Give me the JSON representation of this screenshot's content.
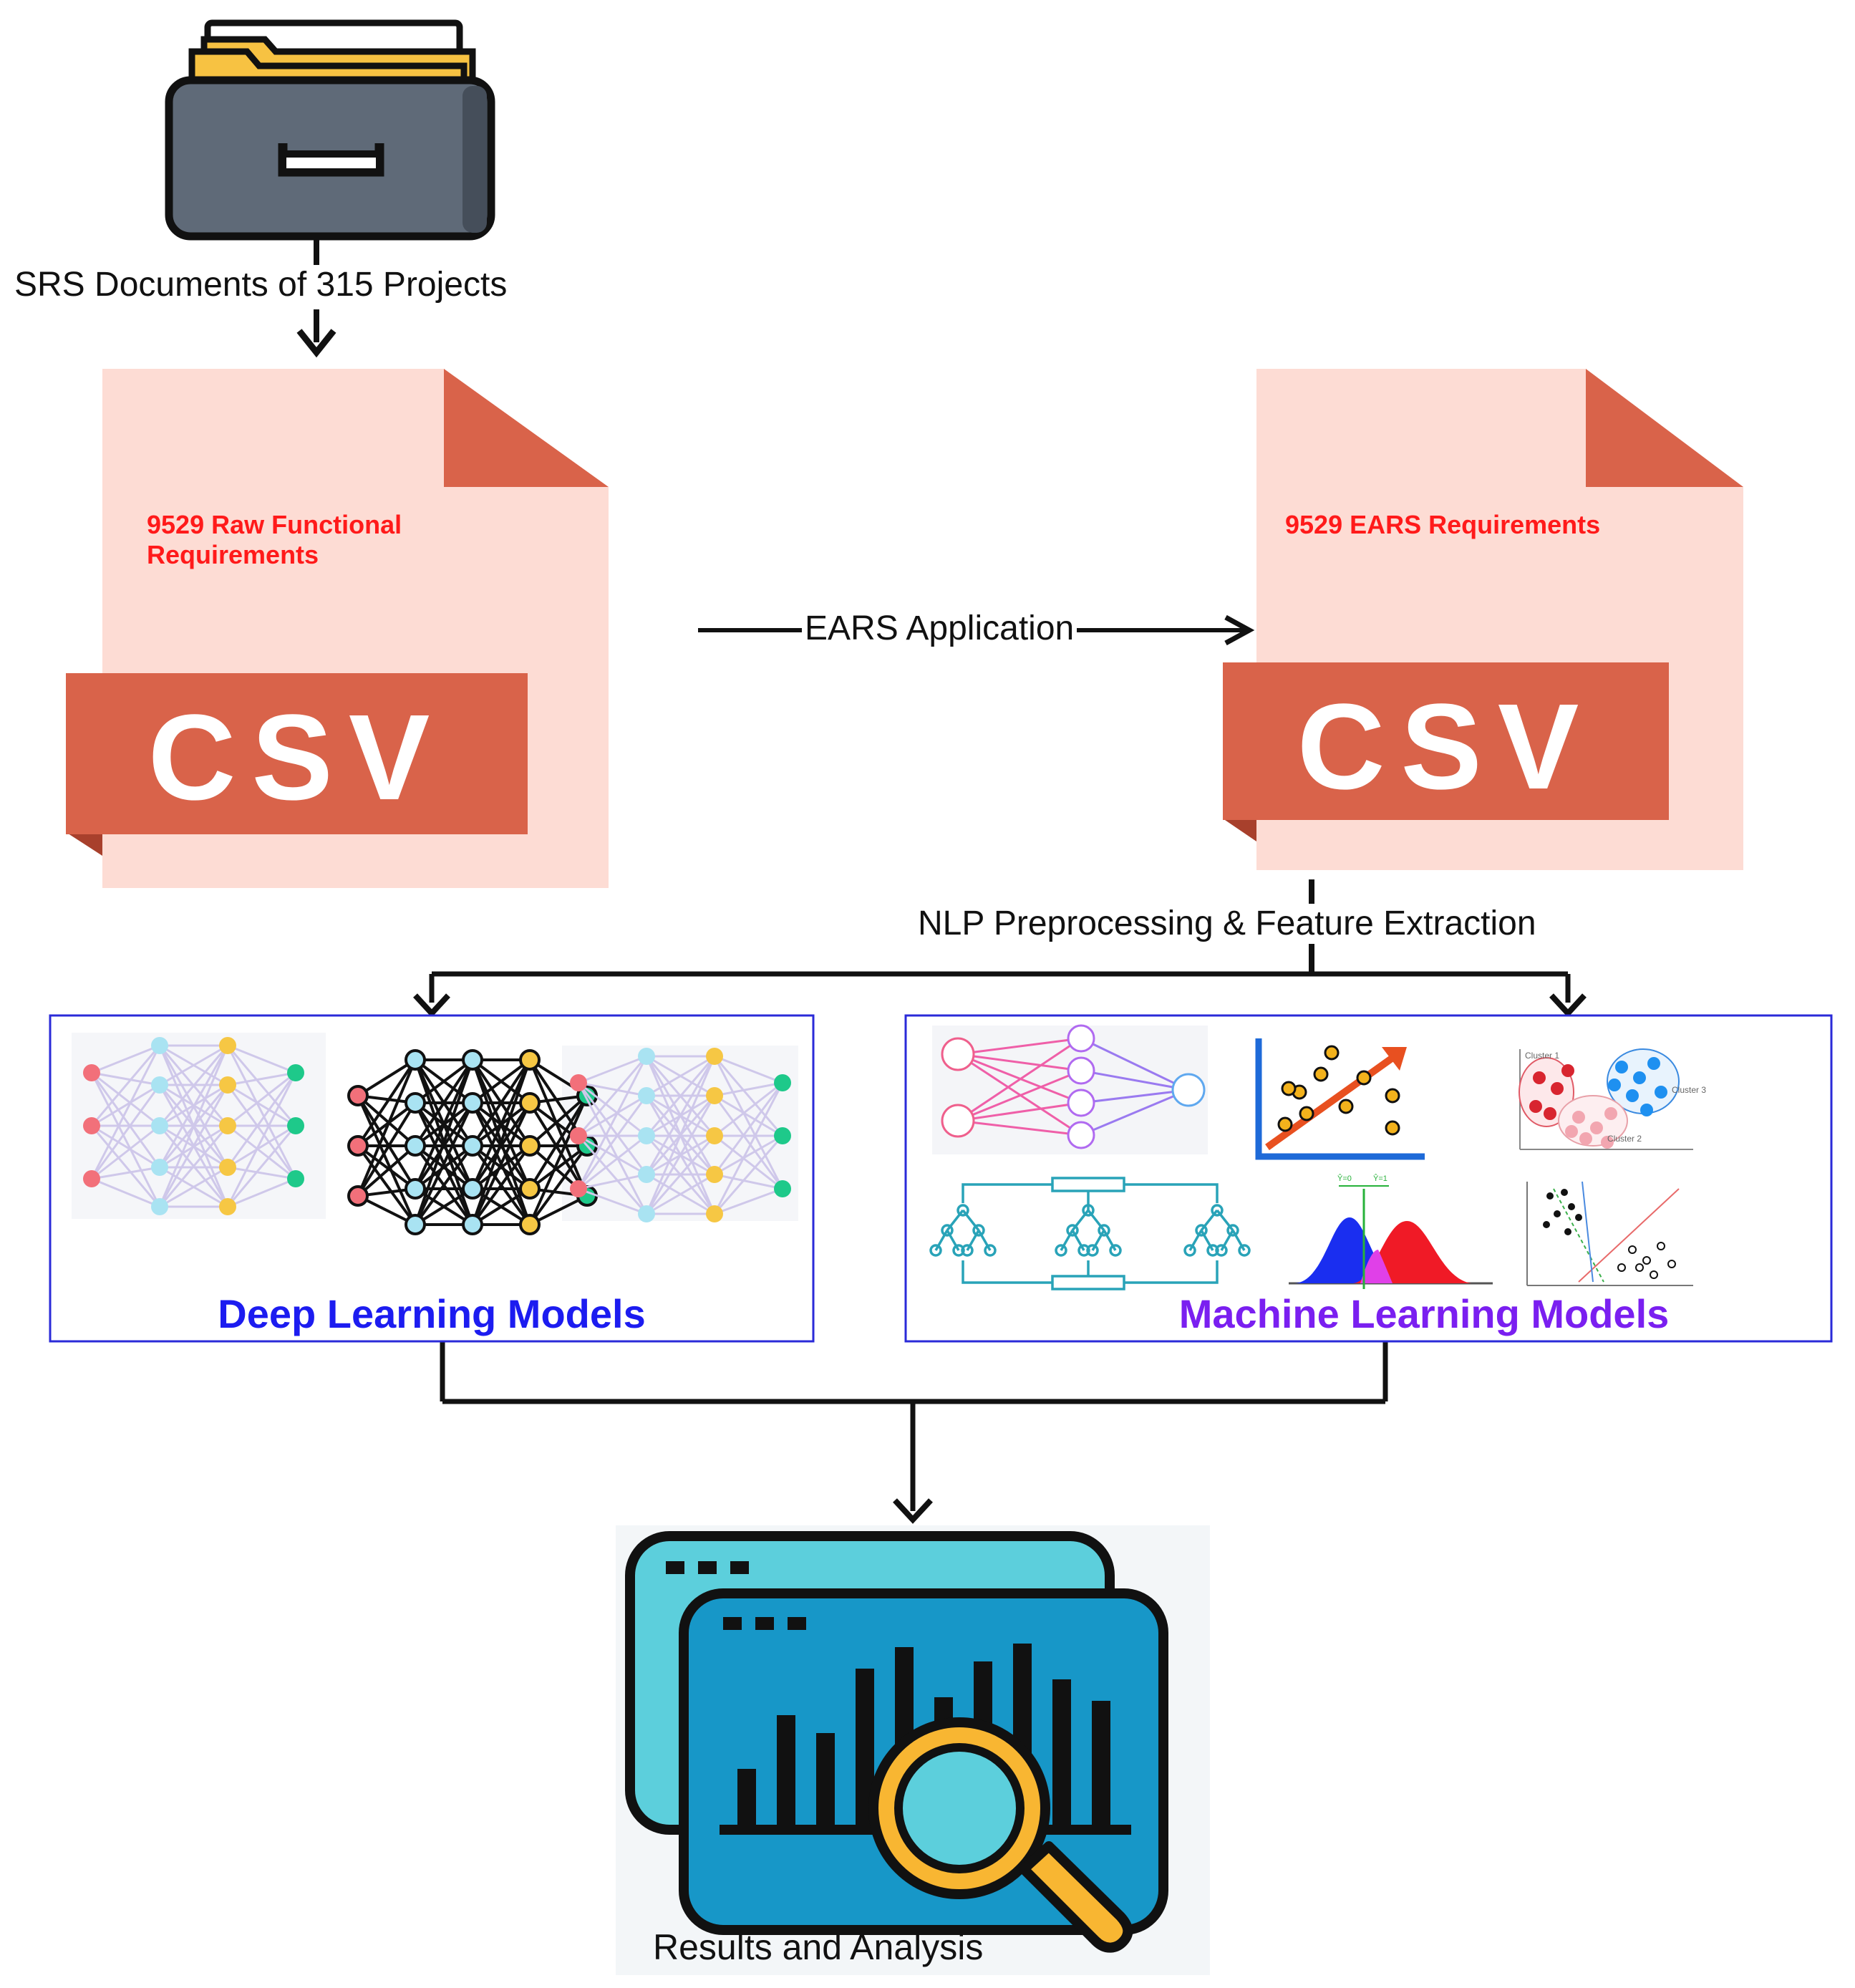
{
  "source": {
    "label": "SRS Documents of 315 Projects",
    "icon": "file-cabinet-icon"
  },
  "raw_csv": {
    "caption": "9529 Raw Functional Requirements",
    "caption_line1": "9529 Raw Functional",
    "caption_line2": "Requirements",
    "badge": "CSV",
    "icon": "csv-file-icon"
  },
  "ears_step": {
    "label": "EARS Application"
  },
  "ears_csv": {
    "caption": "9529 EARS Requirements",
    "badge": "CSV",
    "icon": "csv-file-icon"
  },
  "nlp_step": {
    "label": "NLP Preprocessing & Feature Extraction"
  },
  "deep_learning": {
    "title": "Deep Learning Models",
    "title_color": "#1c1cf0",
    "icons": [
      "neural-network-icon",
      "neural-network-icon",
      "neural-network-icon"
    ]
  },
  "machine_learning": {
    "title": "Machine Learning Models",
    "title_color": "#7a1ff0",
    "icons": [
      "perceptron-icon",
      "linear-regression-icon",
      "clustering-icon",
      "random-forest-icon",
      "naive-bayes-icon",
      "svm-icon"
    ],
    "mini_labels": {
      "cluster1": "Cluster 1",
      "cluster2": "Cluster 2",
      "cluster3": "Cluster 3",
      "y0": "Ŷ=0",
      "y1": "Ŷ=1"
    }
  },
  "results": {
    "label": "Results and Analysis",
    "icon": "analytics-dashboard-icon"
  },
  "colors": {
    "file_body": "#fddcd4",
    "file_accent": "#d9634a",
    "box_border": "#2a2ad8",
    "arrow": "#111111"
  }
}
